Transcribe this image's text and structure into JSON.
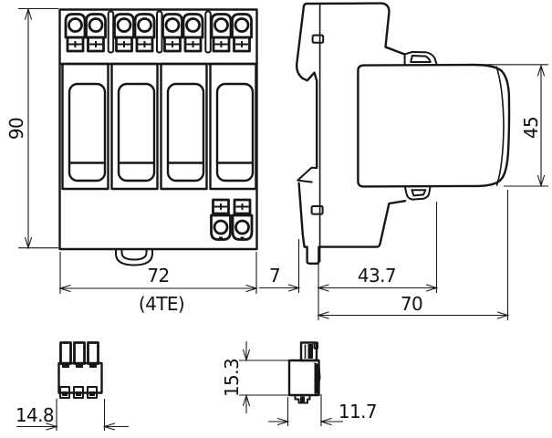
{
  "colors": {
    "ink": "#161616",
    "background": "#ffffff"
  },
  "front_view": {
    "height": "90",
    "width": "72",
    "width_unit": "(4TE)"
  },
  "side_view": {
    "module_height": "45",
    "rail_depth": "7",
    "upper_depth": "43.7",
    "total_depth": "70"
  },
  "connector_front_view": {
    "width": "14.8"
  },
  "connector_side_view": {
    "height": "15.3",
    "depth": "11.7"
  }
}
